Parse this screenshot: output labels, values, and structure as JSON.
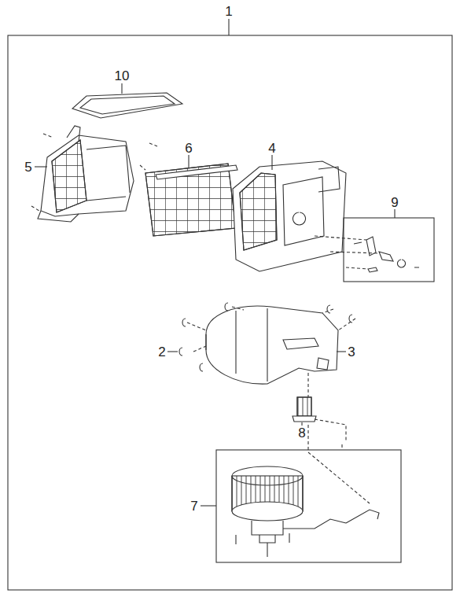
{
  "diagram": {
    "labels": [
      "1",
      "10",
      "5",
      "6",
      "4",
      "9",
      "2",
      "3",
      "8",
      "7"
    ]
  }
}
